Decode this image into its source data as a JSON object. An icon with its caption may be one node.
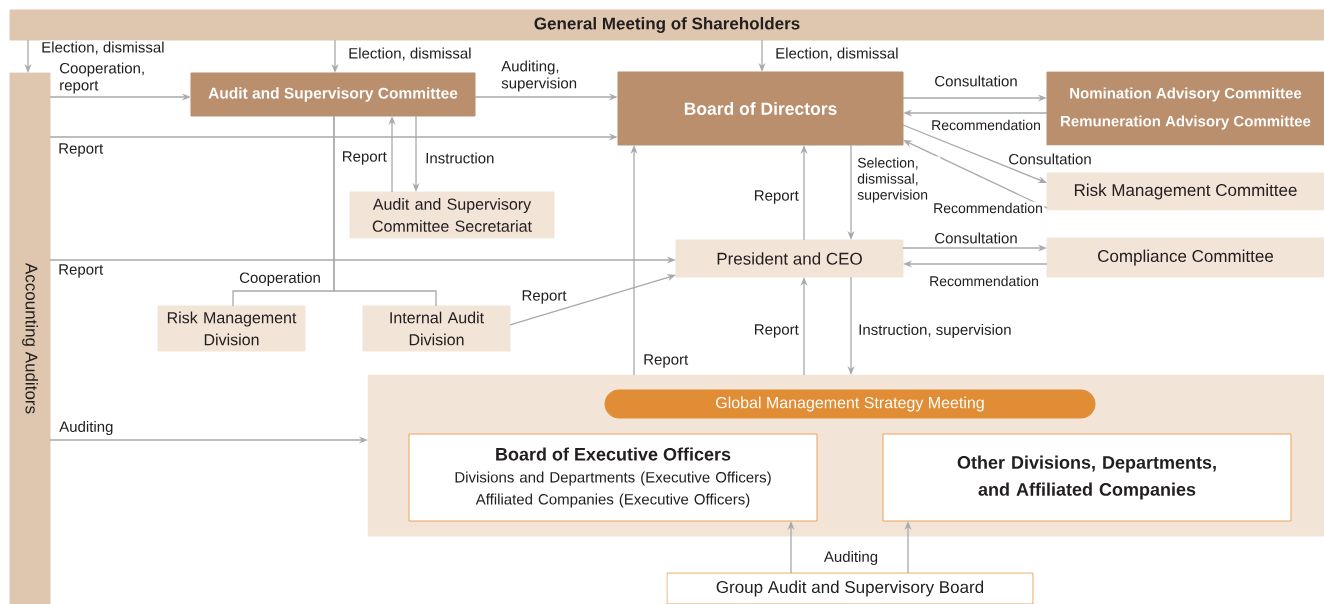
{
  "diagram": {
    "nodes": [
      {
        "text": [
          "General Meeting of Shareholders"
        ]
      },
      {
        "text": [
          "Accounting Auditors"
        ]
      },
      {
        "text": [
          "Audit and Supervisory Committee"
        ]
      },
      {
        "text": [
          "Board of Directors"
        ]
      },
      {
        "text": [
          "Nomination Advisory Committee",
          "Remuneration Advisory Committee"
        ]
      },
      {
        "text": [
          "Audit and Supervisory Committee Secretariat"
        ]
      },
      {
        "text": [
          "Risk Management Committee"
        ]
      },
      {
        "text": [
          "President and CEO"
        ]
      },
      {
        "text": [
          "Compliance Committee"
        ]
      },
      {
        "text": [
          "Risk Management Division"
        ]
      },
      {
        "text": [
          "Internal Audit Division"
        ]
      },
      {
        "text": [],
        "shape": "box"
      },
      {
        "text": [
          "Global Management Strategy Meeting"
        ],
        "in": 11
      },
      {
        "text": [
          "Board of Executive Officers",
          "Divisions and Departments (Executive Officers)",
          "Affiliated Companies (Executive Officers)"
        ],
        "in": 11
      },
      {
        "text": [
          "Other Divisions, Departments, and Affiliated Companies"
        ],
        "in": 11
      },
      {
        "text": [
          "Group Audit and Supervisory Board"
        ]
      }
    ],
    "edges": [
      {
        "from": 0,
        "to": 1,
        "arrow": "to",
        "label": "Election, dismissal"
      },
      {
        "from": 0,
        "to": 2,
        "arrow": "to",
        "label": "Election, dismissal"
      },
      {
        "from": 0,
        "to": 3,
        "arrow": "to",
        "label": "Election, dismissal"
      },
      {
        "from": 1,
        "to": 2,
        "arrow": "to",
        "label": "Cooperation, report"
      },
      {
        "from": 2,
        "to": 3,
        "arrow": "to",
        "label": "Auditing, supervision"
      },
      {
        "from": 1,
        "to": 3,
        "arrow": "to",
        "label": "Report"
      },
      {
        "from": 5,
        "to": 2,
        "arrow": "to",
        "label": "Report"
      },
      {
        "from": 2,
        "to": 5,
        "arrow": "to",
        "label": "Instruction"
      },
      {
        "from": 1,
        "to": 7,
        "arrow": "to",
        "label": "Report"
      },
      {
        "from": 2,
        "to": 9,
        "arrow": "none",
        "label": "Cooperation"
      },
      {
        "from": 2,
        "to": 10,
        "arrow": "none"
      },
      {
        "from": 10,
        "to": 7,
        "arrow": "to",
        "label": "Report"
      },
      {
        "from": 11,
        "to": 3,
        "arrow": "to",
        "label": "Report"
      },
      {
        "from": 7,
        "to": 3,
        "arrow": "to",
        "label": "Report"
      },
      {
        "from": 3,
        "to": 7,
        "arrow": "to",
        "label": "Selection, dismissal, supervision"
      },
      {
        "from": 3,
        "to": 4,
        "arrow": "to",
        "label": "Consultation"
      },
      {
        "from": 4,
        "to": 3,
        "arrow": "to",
        "label": "Recommendation"
      },
      {
        "from": 3,
        "to": 6,
        "arrow": "to",
        "label": "Consultation"
      },
      {
        "from": 6,
        "to": 3,
        "arrow": "to",
        "label": "Recommendation"
      },
      {
        "from": 7,
        "to": 8,
        "arrow": "to",
        "label": "Consultation"
      },
      {
        "from": 8,
        "to": 7,
        "arrow": "to",
        "label": "Recommendation"
      },
      {
        "from": 11,
        "to": 7,
        "arrow": "to",
        "label": "Report"
      },
      {
        "from": 7,
        "to": 11,
        "arrow": "to",
        "label": "Instruction, supervision"
      },
      {
        "from": 1,
        "to": 11,
        "arrow": "to",
        "label": "Auditing"
      },
      {
        "from": 15,
        "to": 13,
        "arrow": "to",
        "label": "Auditing"
      },
      {
        "from": 15,
        "to": 14,
        "arrow": "to"
      }
    ]
  }
}
